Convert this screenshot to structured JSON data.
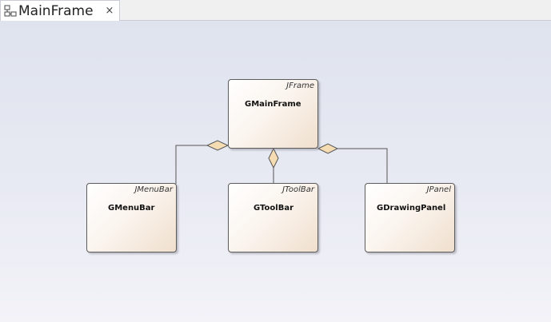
{
  "tab": {
    "title": "MainFrame",
    "close_glyph": "×",
    "icon": "class-diagram-icon"
  },
  "diagram": {
    "classes": [
      {
        "name": "GMainFrame",
        "stereotype": "JFrame"
      },
      {
        "name": "GMenuBar",
        "stereotype": "JMenuBar"
      },
      {
        "name": "GToolBar",
        "stereotype": "JToolBar"
      },
      {
        "name": "GDrawingPanel",
        "stereotype": "JPanel"
      }
    ],
    "relations": [
      {
        "type": "aggregation",
        "whole": "GMainFrame",
        "part": "GMenuBar"
      },
      {
        "type": "aggregation",
        "whole": "GMainFrame",
        "part": "GToolBar"
      },
      {
        "type": "aggregation",
        "whole": "GMainFrame",
        "part": "GDrawingPanel"
      }
    ],
    "colors": {
      "box_border": "#5c5c5c",
      "box_fill_light": "#ffffff",
      "box_fill_dark": "#f0dfcd",
      "diamond_fill": "#f5dcb2",
      "line": "#555555",
      "background": "#e3e6f0"
    }
  }
}
